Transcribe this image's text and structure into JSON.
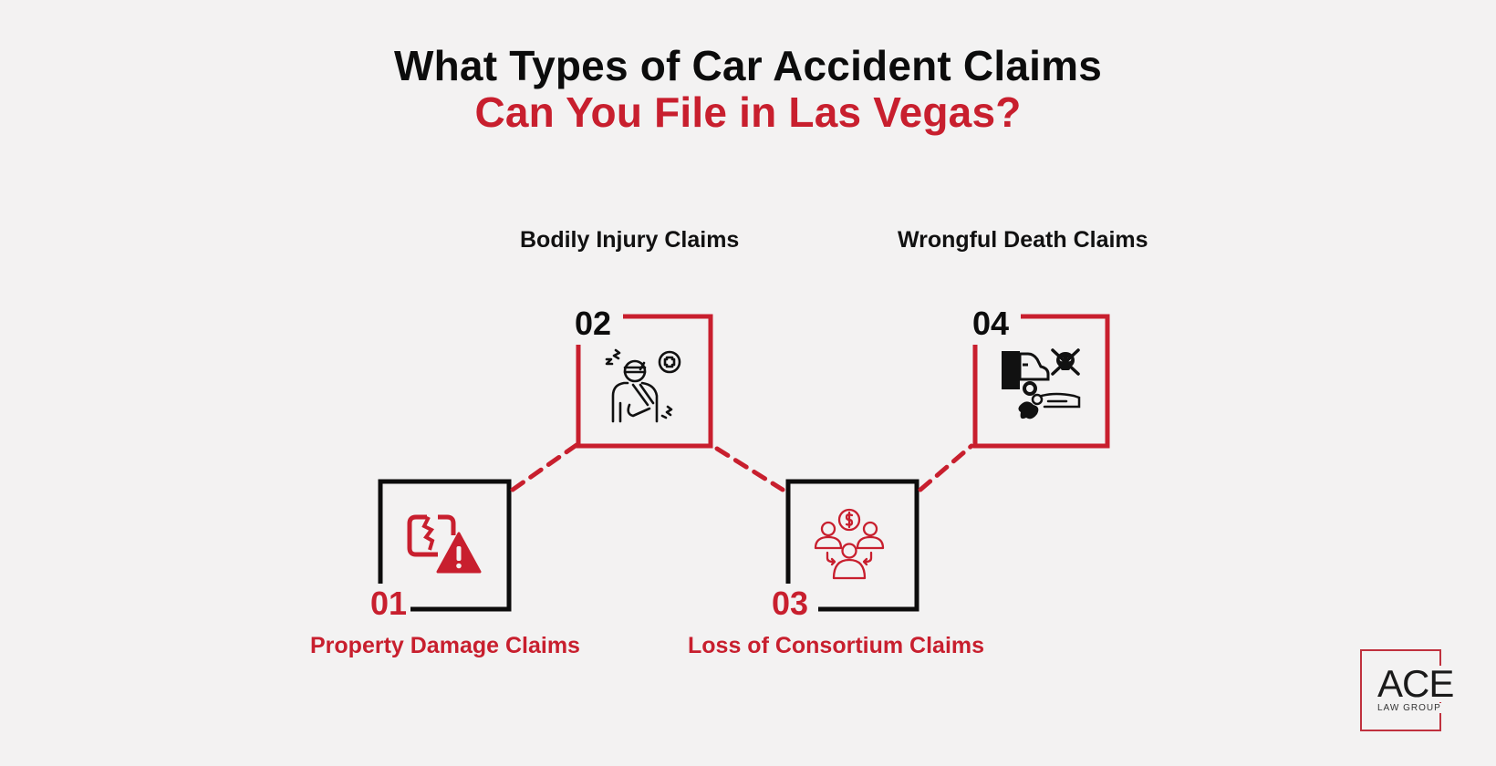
{
  "title": {
    "line1": "What Types of Car Accident Claims",
    "line2": "Can You File in Las Vegas?"
  },
  "colors": {
    "background": "#f3f2f2",
    "accent_red": "#c81f2e",
    "black": "#0c0c0c"
  },
  "steps": [
    {
      "number": "01",
      "label": "Property Damage Claims",
      "icon": "property-damage-warning-icon",
      "box_color": "black",
      "label_color": "red"
    },
    {
      "number": "02",
      "label": "Bodily Injury Claims",
      "icon": "injured-person-icon",
      "box_color": "red",
      "label_color": "black"
    },
    {
      "number": "03",
      "label": "Loss of Consortium Claims",
      "icon": "family-compensation-icon",
      "box_color": "black",
      "label_color": "red"
    },
    {
      "number": "04",
      "label": "Wrongful Death Claims",
      "icon": "fatal-accident-icon",
      "box_color": "red",
      "label_color": "black"
    }
  ],
  "logo": {
    "main": "ACE",
    "sub": "LAW GROUP"
  }
}
